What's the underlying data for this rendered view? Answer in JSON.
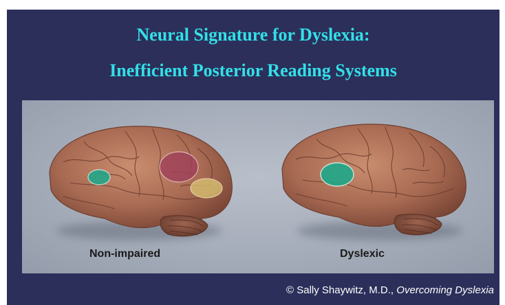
{
  "title": {
    "line1": "Neural Signature for Dyslexia:",
    "line2": "Inefficient Posterior Reading Systems"
  },
  "brains": {
    "left_label": "Non-impaired",
    "right_label": "Dyslexic"
  },
  "colors": {
    "background": "#2b2f5a",
    "title": "#33e0e8",
    "region_front": "#1fa88a",
    "region_parietal": "#a0405a",
    "region_occipital": "#d8c070"
  },
  "credit": {
    "prefix": "© Sally Shaywitz, M.D.,",
    "book": "Overcoming Dyslexia"
  }
}
